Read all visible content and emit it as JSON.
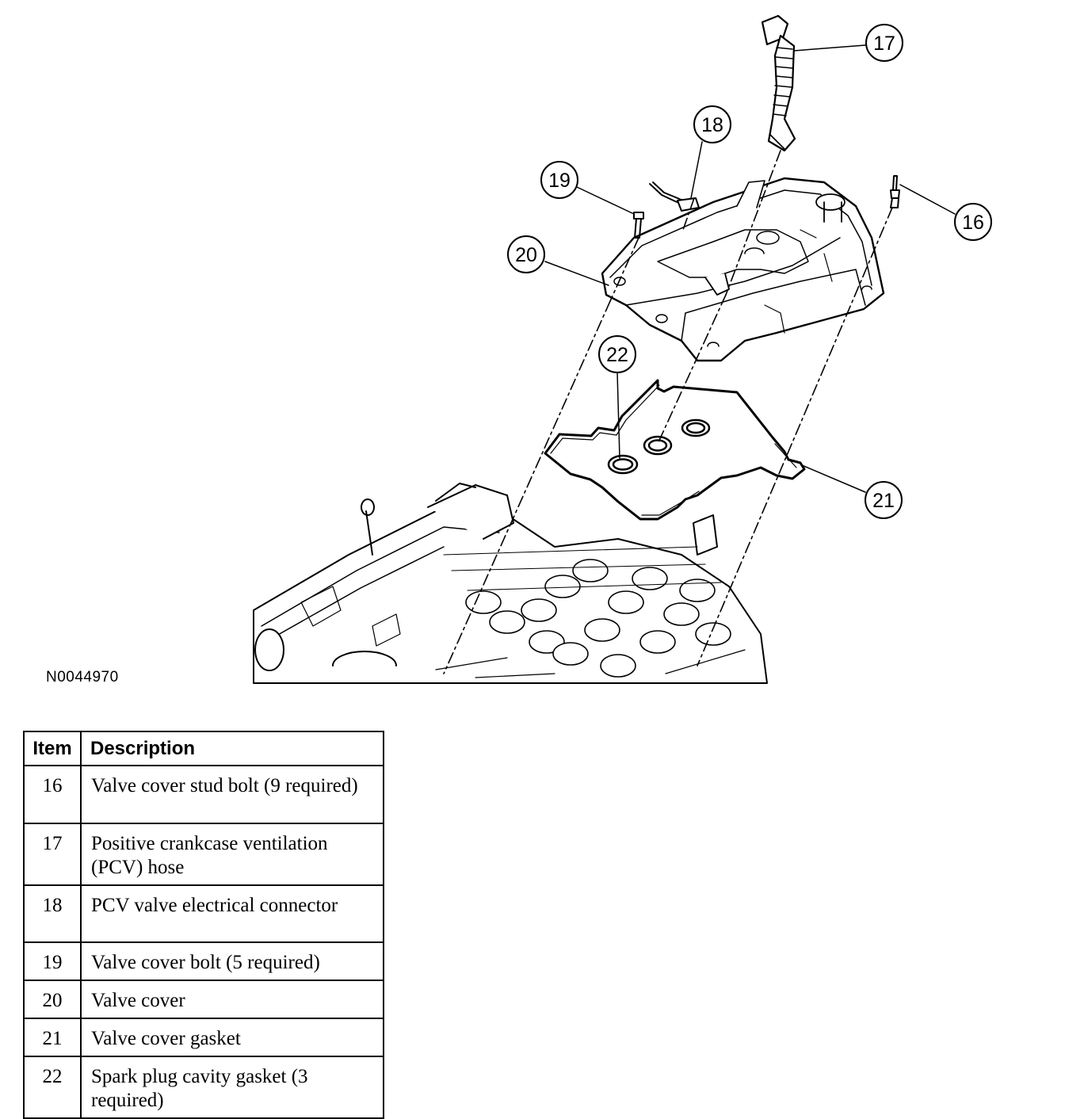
{
  "figure_id": "N0044970",
  "callouts": [
    {
      "name": "callout-16",
      "label": "16"
    },
    {
      "name": "callout-17",
      "label": "17"
    },
    {
      "name": "callout-18",
      "label": "18"
    },
    {
      "name": "callout-19",
      "label": "19"
    },
    {
      "name": "callout-20",
      "label": "20"
    },
    {
      "name": "callout-21",
      "label": "21"
    },
    {
      "name": "callout-22",
      "label": "22"
    }
  ],
  "legend": {
    "header_item": "Item",
    "header_description": "Description",
    "rows": [
      {
        "item": "16",
        "description": "Valve cover stud bolt (9 required)"
      },
      {
        "item": "17",
        "description": "Positive crankcase ventilation (PCV) hose"
      },
      {
        "item": "18",
        "description": "PCV valve electrical connector"
      },
      {
        "item": "19",
        "description": "Valve cover bolt (5 required)"
      },
      {
        "item": "20",
        "description": "Valve cover"
      },
      {
        "item": "21",
        "description": "Valve cover gasket"
      },
      {
        "item": "22",
        "description": "Spark plug cavity gasket (3 required)"
      }
    ]
  }
}
